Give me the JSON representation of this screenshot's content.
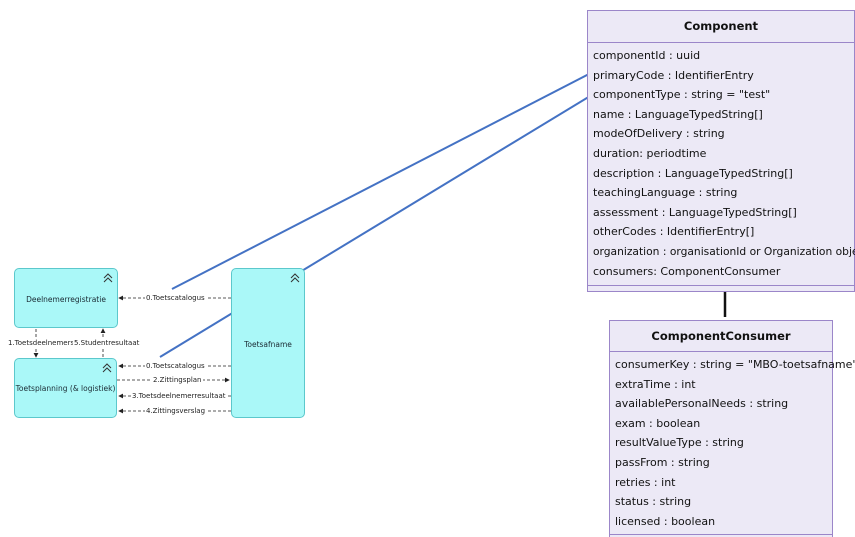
{
  "archimate": {
    "deelnemerregistratie": "Deelnemerregistratie",
    "toetsplanning": "Toetsplanning (& logistiek)",
    "toetsafname": "Toetsafname",
    "flows": {
      "toetscatalogus_top": "0.Toetscatalogus",
      "toetsdeelnemers": "1.Toetsdeelnemers",
      "studentresultaat": "5.Studentresultaat",
      "toetscatalogus_bottom": "0.Toetscatalogus",
      "zittingsplan": "2.Zittingsplan",
      "toetsdeelnemerresultaat": "3.Toetsdeelnemerresultaat",
      "zittingsverslag": "4.Zittingsverslag"
    }
  },
  "component_class": {
    "title": "Component",
    "attributes": [
      "componentId : uuid",
      "primaryCode : IdentifierEntry",
      "componentType : string = \"test\"",
      "name : LanguageTypedString[]",
      "modeOfDelivery : string",
      "duration: periodtime",
      "description : LanguageTypedString[]",
      "teachingLanguage : string",
      "assessment : LanguageTypedString[]",
      "otherCodes : IdentifierEntry[]",
      "organization : organisationId or Organization object",
      "consumers: ComponentConsumer"
    ]
  },
  "consumer_class": {
    "title": "ComponentConsumer",
    "attributes": [
      "consumerKey : string = \"MBO-toetsafname\"",
      "extraTime : int",
      "availablePersonalNeeds : string",
      "exam : boolean",
      "resultValueType : string",
      "passFrom : string",
      "retries : int",
      "status : string",
      "licensed : boolean"
    ]
  },
  "colors": {
    "application_fill": "#aaf8f8",
    "class_fill": "#ece9f6",
    "arrow_blue": "#4472c4"
  }
}
